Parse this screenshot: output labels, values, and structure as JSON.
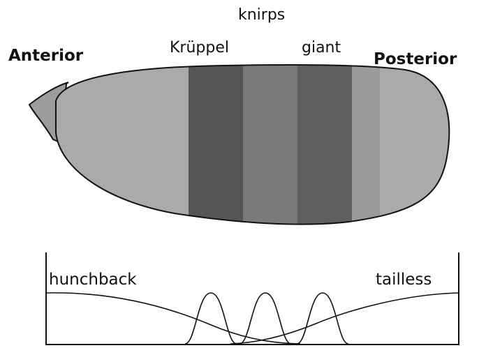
{
  "labels": {
    "anterior": "Anterior",
    "posterior": "Posterior",
    "knirps": "knirps",
    "kruppel": "Krüppel",
    "giant": "giant",
    "hunchback": "hunchback",
    "tailless": "tailless"
  },
  "colors": {
    "embryo_body": "#aaaaaa",
    "stripe_dark": "#555555",
    "stripe_mid": "#7a7a7a",
    "stripe_light": "#999999",
    "outline": "#111111"
  }
}
